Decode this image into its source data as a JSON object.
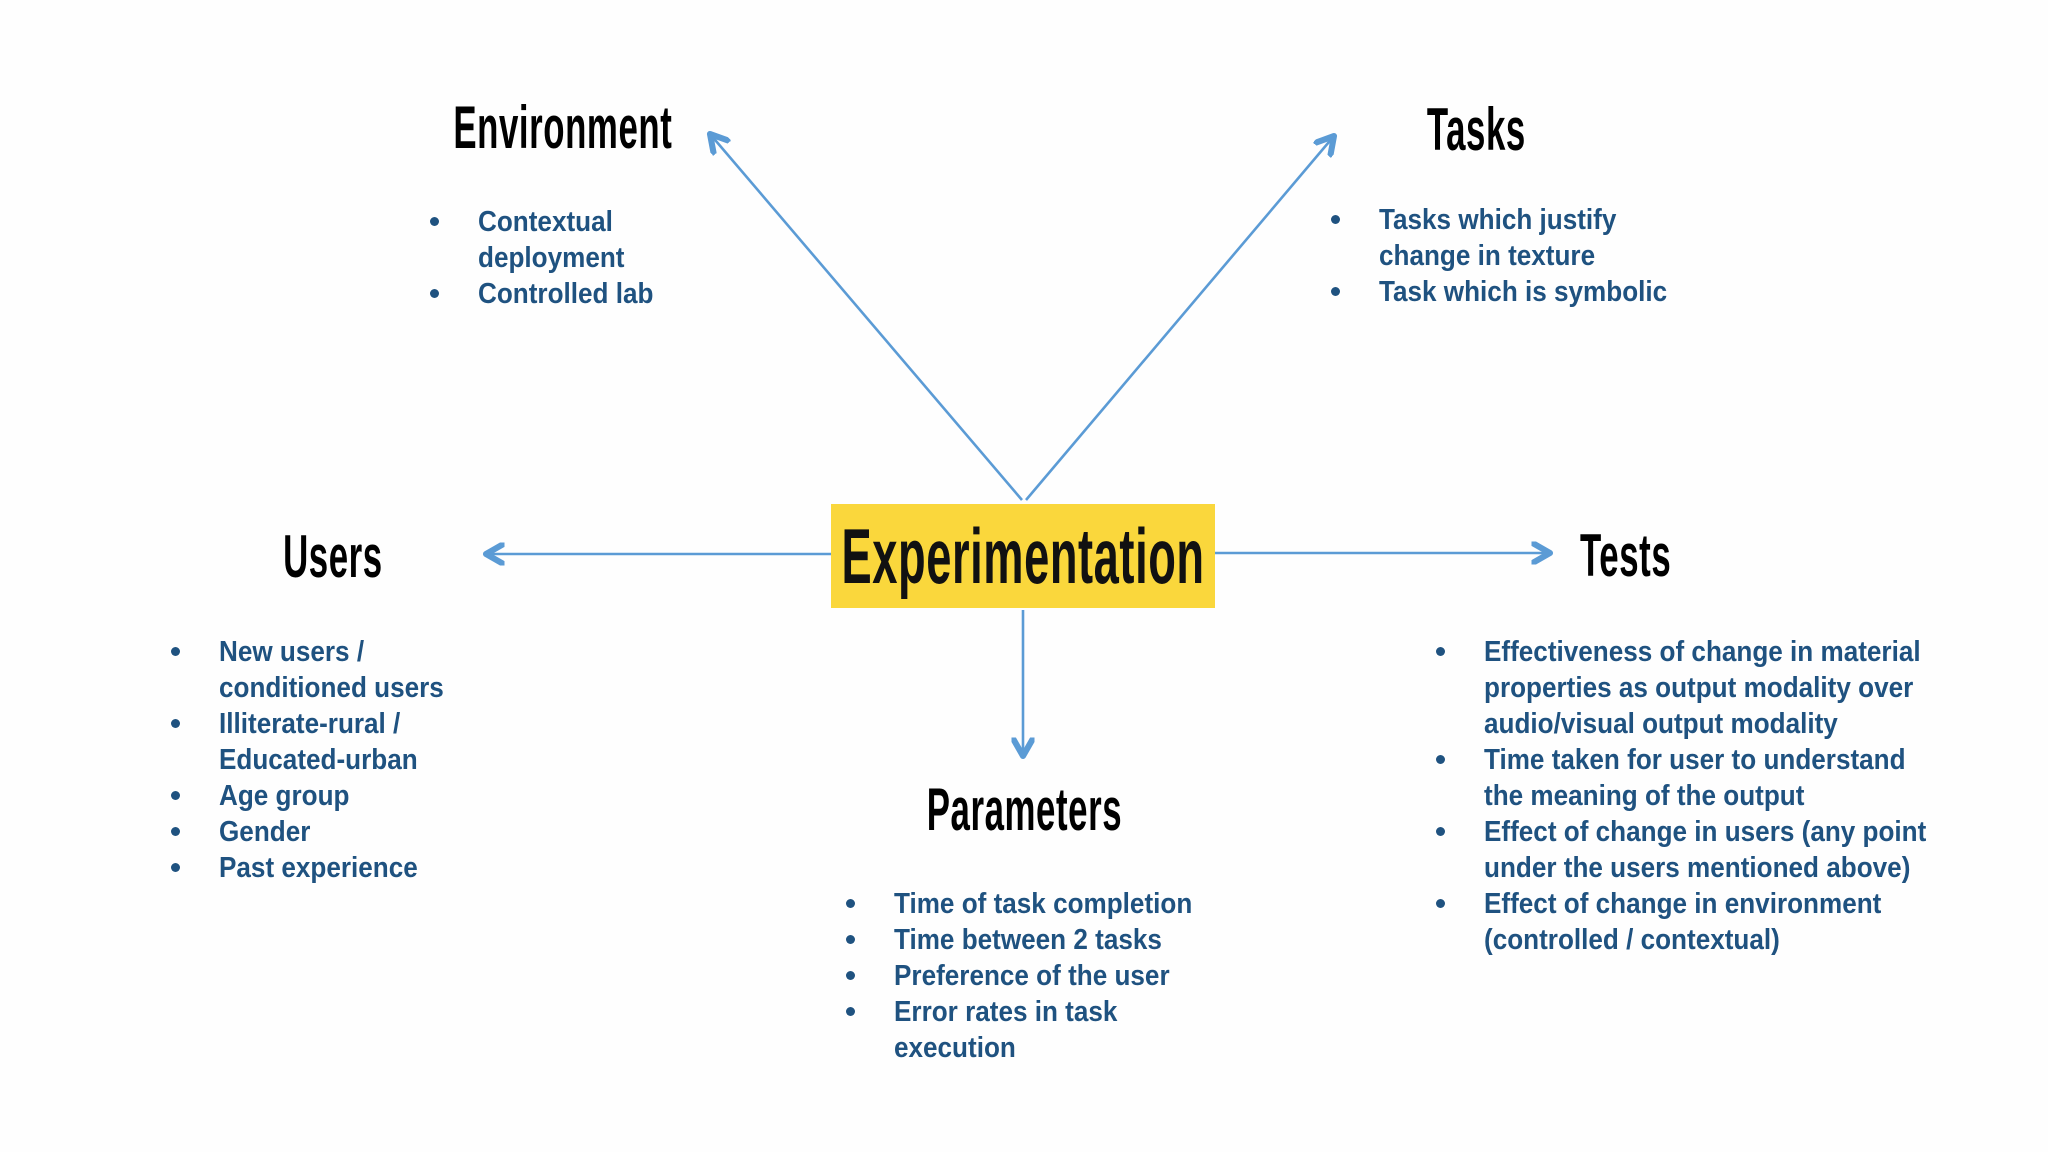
{
  "center": {
    "label": "Experimentation"
  },
  "branches": {
    "environment": {
      "title": "Environment",
      "items": [
        "Contextual\ndeployment",
        "Controlled lab"
      ]
    },
    "tasks": {
      "title": "Tasks",
      "items": [
        "Tasks which justify\nchange in texture",
        "Task which is symbolic"
      ]
    },
    "users": {
      "title": "Users",
      "items": [
        "New users /\nconditioned users",
        "Illiterate-rural /\nEducated-urban",
        "Age group",
        "Gender",
        "Past experience"
      ]
    },
    "tests": {
      "title": "Tests",
      "items": [
        "Effectiveness of change in material\nproperties as output modality over\naudio/visual output modality",
        "Time taken for user to understand\nthe meaning of the output",
        "Effect of change in users (any point\nunder the users mentioned above)",
        "Effect of change in environment\n(controlled / contextual)"
      ]
    },
    "parameters": {
      "title": "Parameters",
      "items": [
        "Time of task completion",
        "Time between 2 tasks",
        "Preference of the user",
        "Error rates in task\nexecution"
      ]
    }
  },
  "colors": {
    "arrow_blue": "#5B9BD5",
    "bullet_text_blue": "#1F5280",
    "center_highlight_yellow": "#FAD73C",
    "heading_black": "#000000"
  }
}
